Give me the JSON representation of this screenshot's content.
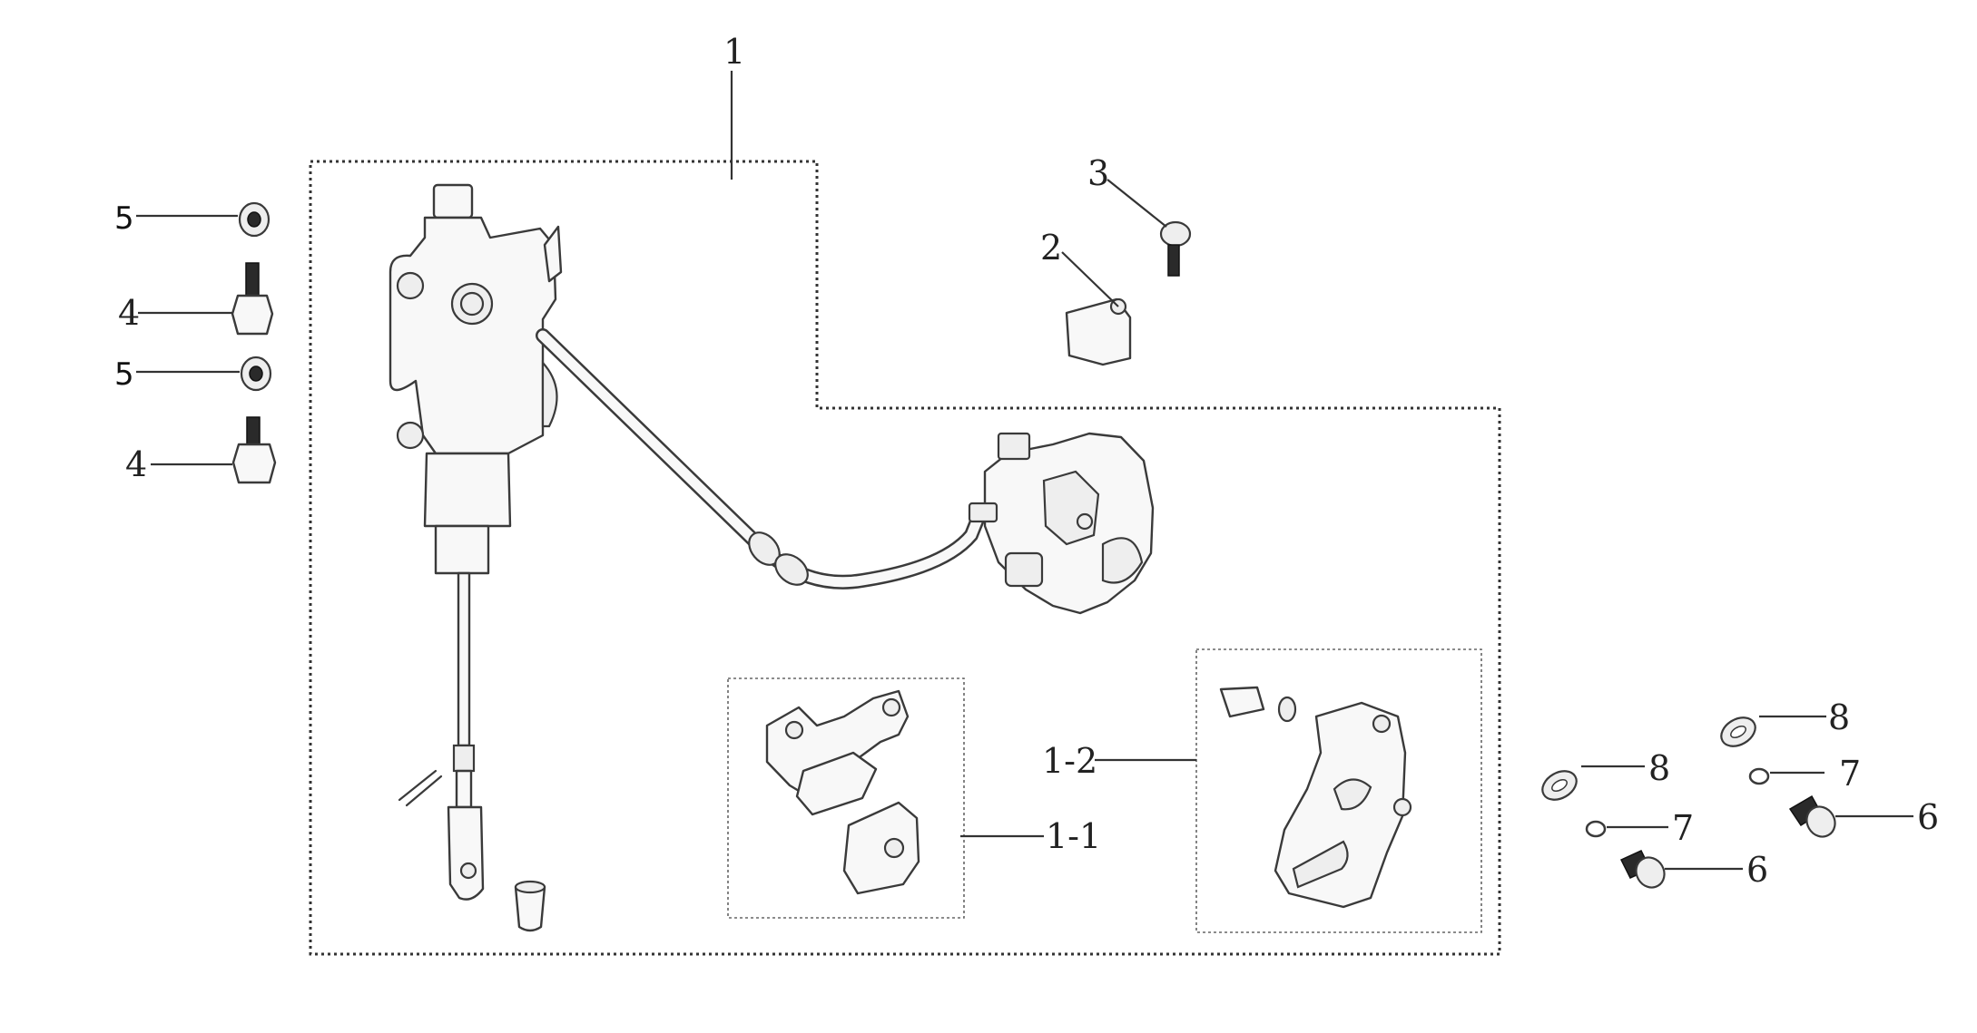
{
  "callouts": {
    "c1": "1",
    "c1_1": "1-1",
    "c1_2": "1-2",
    "c2": "2",
    "c3": "3",
    "c4a": "4",
    "c4b": "4",
    "c5a": "5",
    "c5b": "5",
    "c6a": "6",
    "c6b": "6",
    "c7a": "7",
    "c7b": "7",
    "c8a": "8",
    "c8b": "8"
  }
}
